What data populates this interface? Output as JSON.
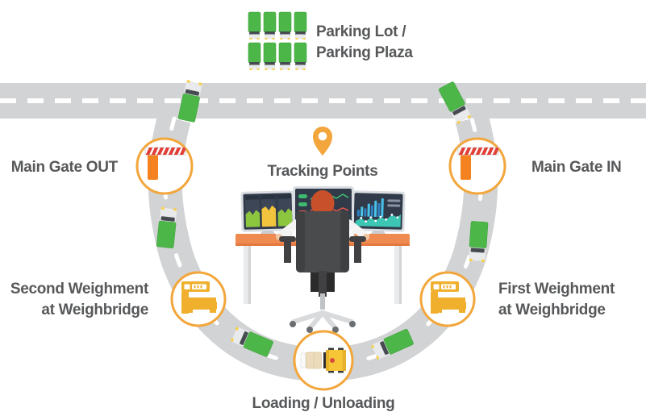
{
  "diagram": {
    "parking": {
      "line1": "Parking Lot /",
      "line2": "Parking Plaza",
      "truck_count": 8
    },
    "center": {
      "label": "Tracking Points",
      "icon": "location-pin"
    },
    "stations": {
      "gate_out": {
        "label": "Main Gate OUT",
        "icon": "boom-barrier"
      },
      "gate_in": {
        "label": "Main Gate IN",
        "icon": "boom-barrier"
      },
      "second_weighment": {
        "line1": "Second Weighment",
        "line2": "at Weighbridge",
        "icon": "weighing-scale"
      },
      "first_weighment": {
        "line1": "First Weighment",
        "line2": "at Weighbridge",
        "icon": "weighing-scale"
      },
      "loading": {
        "label": "Loading / Unloading",
        "icon": "loading-truck-and-forklift"
      }
    },
    "roads": {
      "highway": "horizontal-road-top",
      "loop": "u-shaped-plant-loop",
      "trucks_on_loop": 6
    },
    "control_room": {
      "monitors": [
        "area-charts-screen",
        "status-lines-screen",
        "bar-chart-screen"
      ],
      "operator": "control-room-operator"
    }
  },
  "colors": {
    "accent": "#F2A63B",
    "road": "#D2D3D4",
    "road_dash": "#FFFFFF",
    "truck_green": "#4CB748",
    "barrier_orange": "#F58220",
    "stripe_red": "#E04038",
    "scale_yellow": "#F0B02E",
    "label_text": "#57585A",
    "desk_orange": "#EF8A50",
    "screen_navy": "#303A49",
    "chair_gray": "#4A4B4D",
    "hair_orange": "#C8512B"
  }
}
